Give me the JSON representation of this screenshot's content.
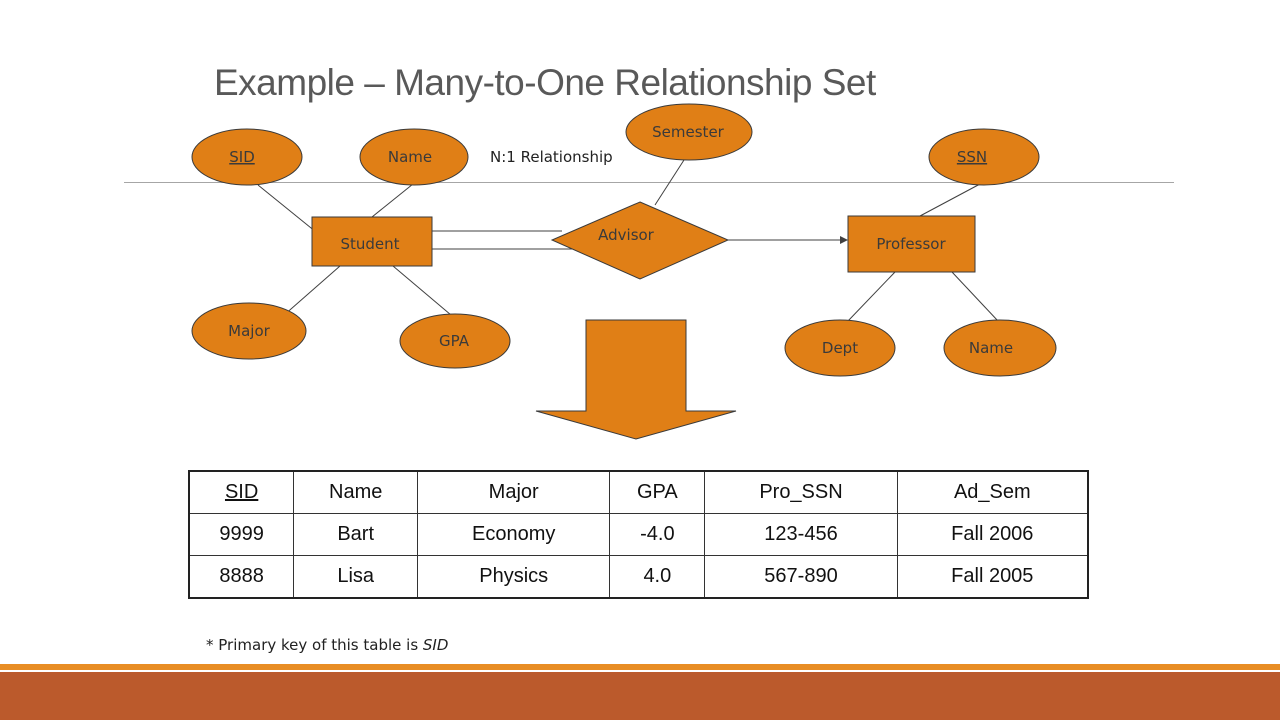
{
  "title": "Example – Many-to-One Relationship Set",
  "colors": {
    "entity_fill": "#e07f16",
    "bar_thin": "#e88d24",
    "bar_thick": "#bb5a2c",
    "title": "#595959"
  },
  "diagram": {
    "relationship_note": "N:1 Relationship",
    "entities": {
      "student": "Student",
      "professor": "Professor"
    },
    "relationship": "Advisor",
    "attributes": {
      "student_sid": "SID",
      "student_name": "Name",
      "student_major": "Major",
      "student_gpa": "GPA",
      "advisor_semester": "Semester",
      "professor_ssn": "SSN",
      "professor_dept": "Dept",
      "professor_name": "Name"
    },
    "arrow_icon": "down-arrow-icon"
  },
  "table": {
    "headers": [
      "SID",
      "Name",
      "Major",
      "GPA",
      "Pro_SSN",
      "Ad_Sem"
    ],
    "rows": [
      [
        "9999",
        "Bart",
        "Economy",
        "-4.0",
        "123-456",
        "Fall 2006"
      ],
      [
        "8888",
        "Lisa",
        "Physics",
        "4.0",
        "567-890",
        "Fall 2005"
      ]
    ]
  },
  "footnote": {
    "prefix": "* Primary key of this table is ",
    "key": "SID"
  }
}
